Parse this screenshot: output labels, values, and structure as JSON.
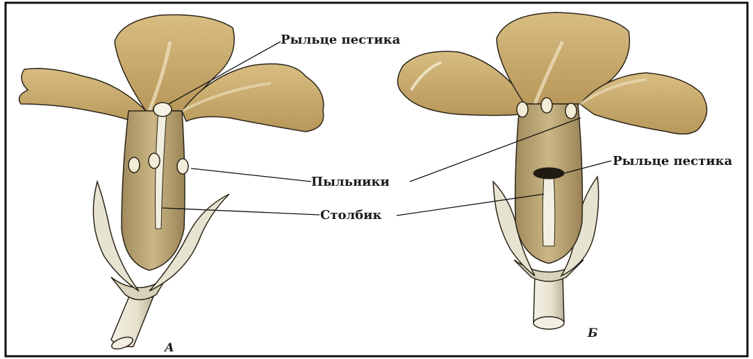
{
  "labels": {
    "stigma_a": "Рыльце пестика",
    "anthers": "Пыльники",
    "style": "Столбик",
    "stigma_b": "Рыльце пестика"
  },
  "figure_tags": {
    "a": "А",
    "b": "Б"
  },
  "colors": {
    "petal": "#c9a96b",
    "petal_light": "#e3cf9e",
    "tube": "#b9a474",
    "sepal": "#e6e2cf",
    "outline": "#2a2418",
    "frame": "#111111"
  }
}
